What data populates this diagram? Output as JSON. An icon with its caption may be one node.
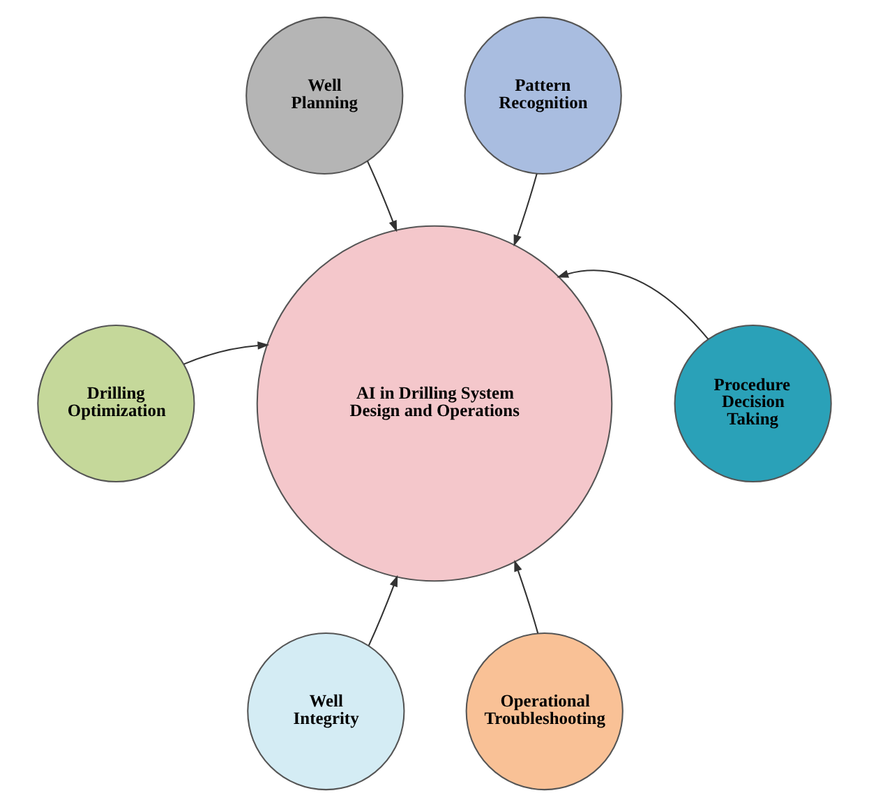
{
  "diagram": {
    "nodes": [
      {
        "text": [
          "Well Planning"
        ]
      },
      {
        "text": [
          "Pattern Recognition"
        ]
      },
      {
        "text": [
          "AI in Drilling System Design and Operations"
        ]
      },
      {
        "text": [
          "Drilling Optimization"
        ]
      },
      {
        "text": [
          "Procedure Decision Taking"
        ]
      },
      {
        "text": [
          "Well Integrity"
        ]
      },
      {
        "text": [
          "Operational Troubleshooting"
        ]
      }
    ],
    "edges": [
      {
        "from": 0,
        "to": 2,
        "arrow": "to"
      },
      {
        "from": 1,
        "to": 2,
        "arrow": "to"
      },
      {
        "from": 3,
        "to": 2,
        "arrow": "to"
      },
      {
        "from": 4,
        "to": 2,
        "arrow": "to"
      },
      {
        "from": 5,
        "to": 2,
        "arrow": "to"
      },
      {
        "from": 6,
        "to": 2,
        "arrow": "to"
      }
    ]
  }
}
